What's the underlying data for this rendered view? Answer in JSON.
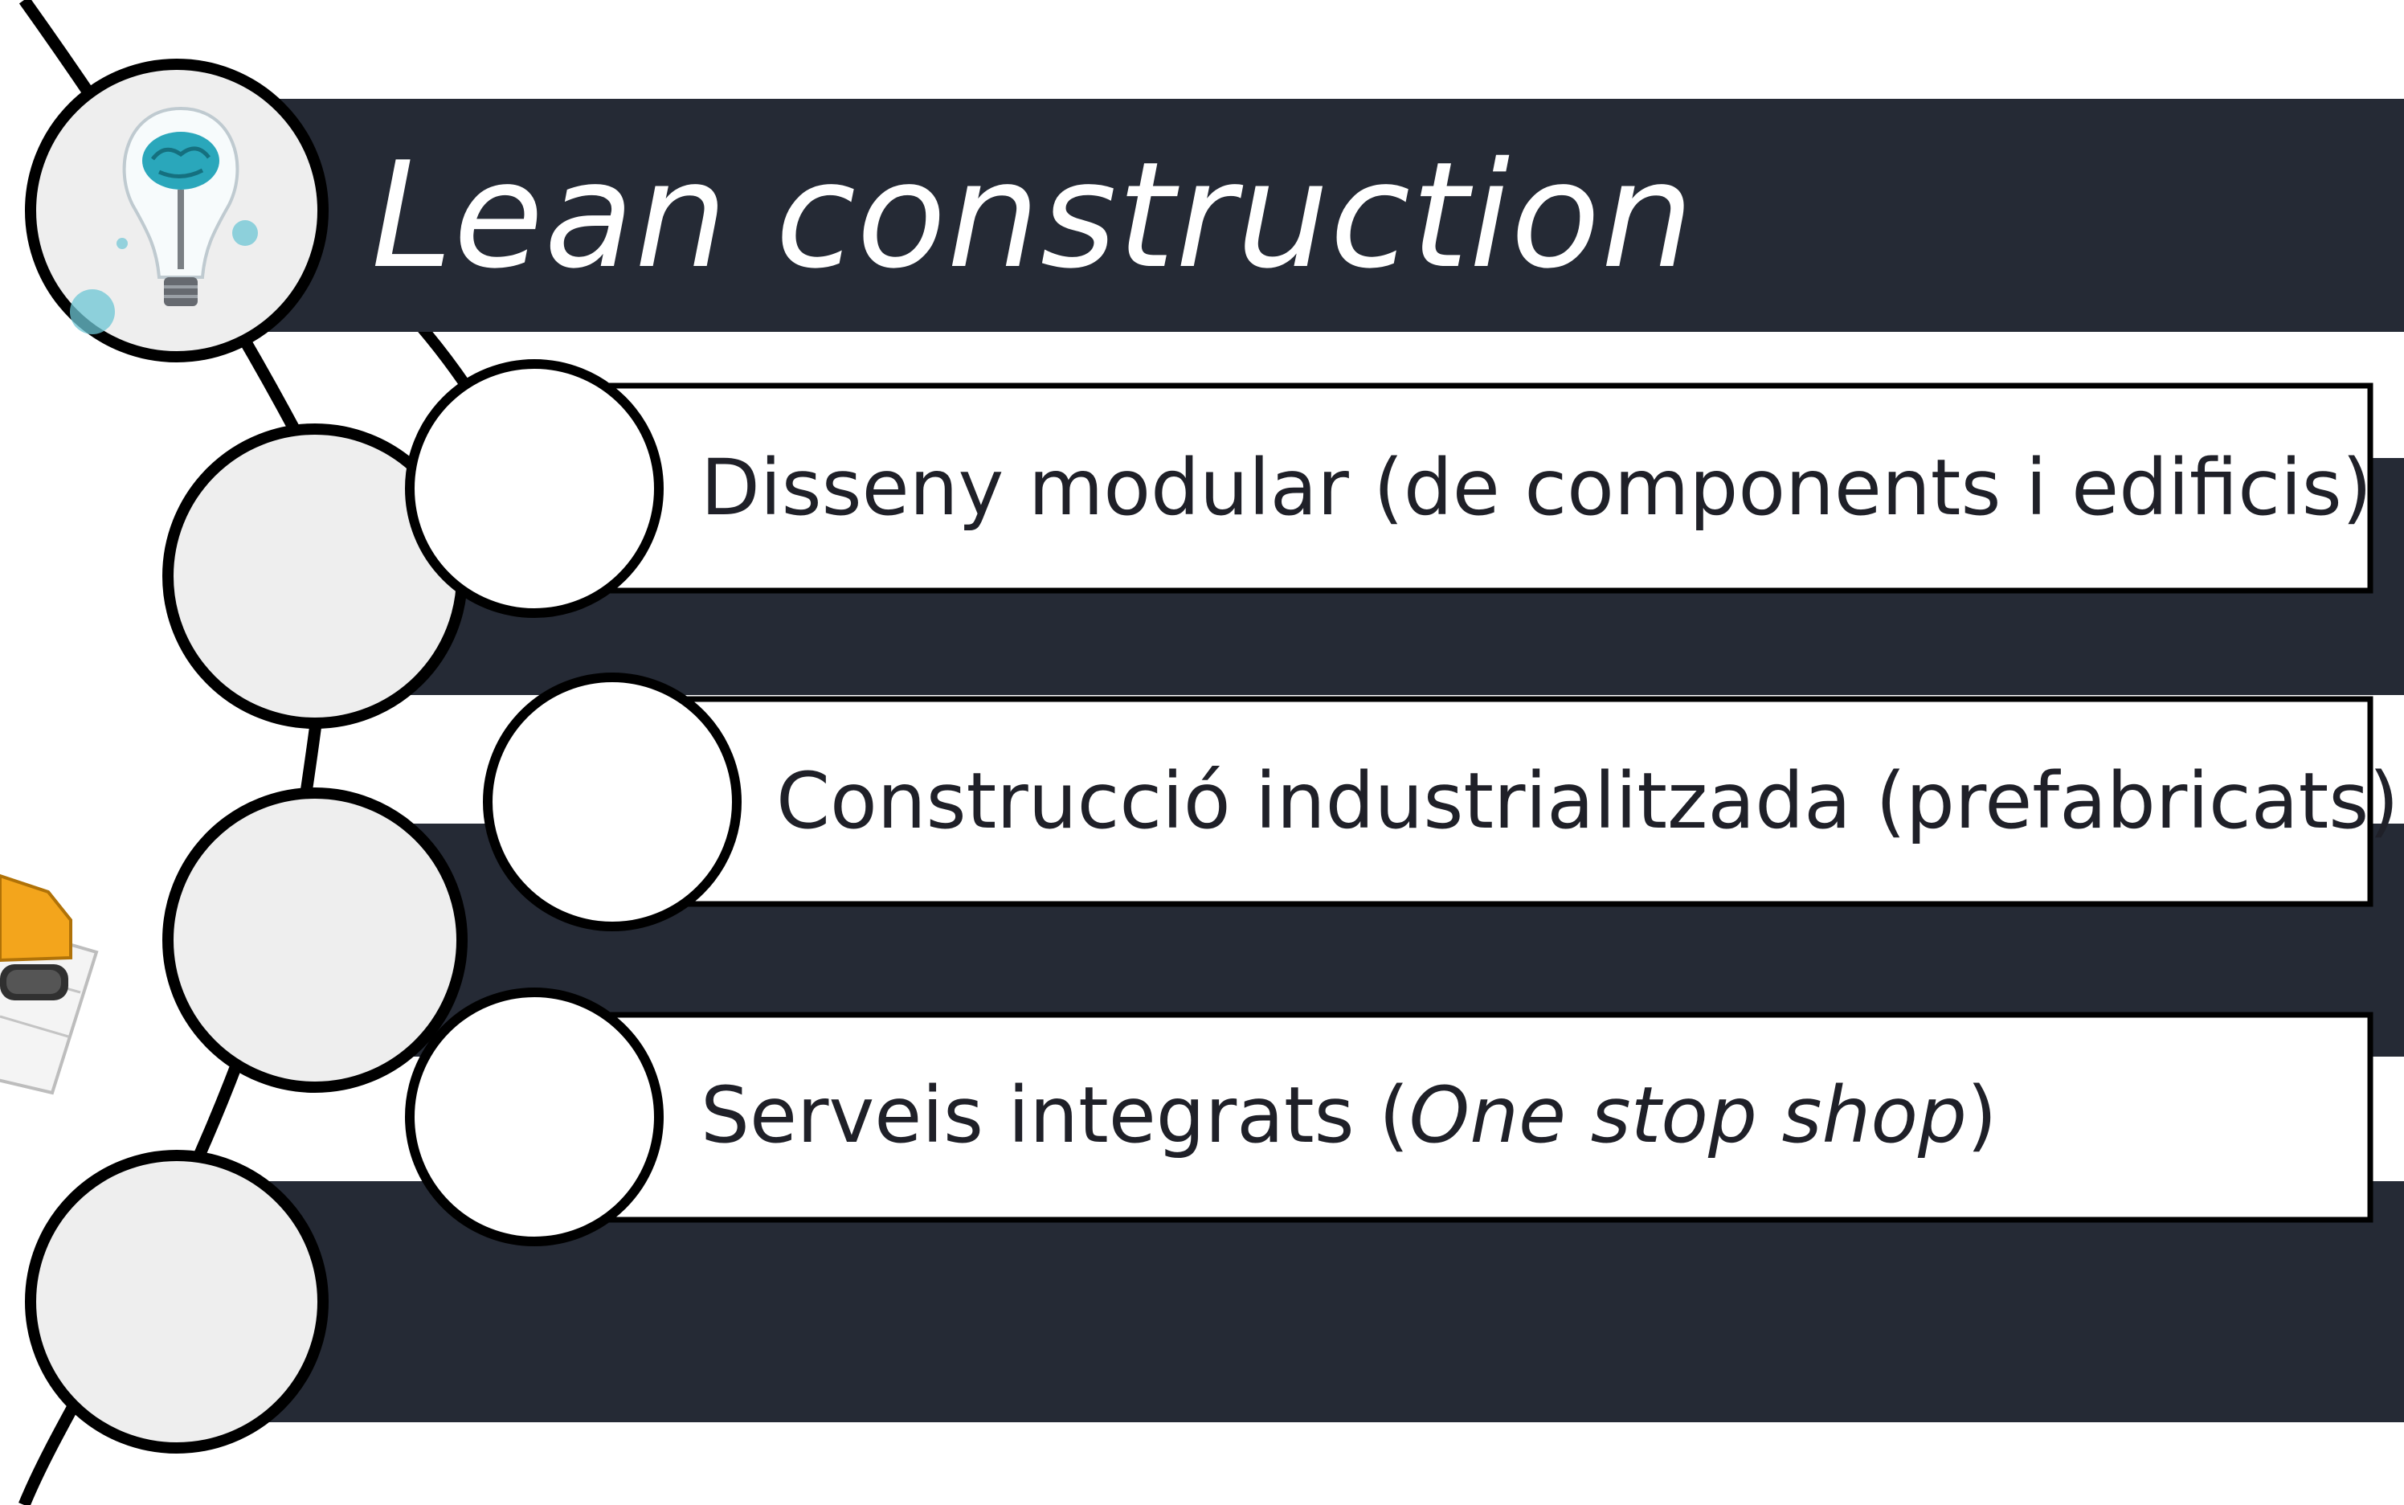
{
  "title": "Lean construction",
  "items": [
    {
      "text": "Disseny modular (de components i edificis)"
    },
    {
      "text": "Construcció industrialitzada (prefabricats)"
    },
    {
      "text_before": "Serveis integrats (",
      "text_italic": "One stop shop",
      "text_after": ")"
    }
  ],
  "colors": {
    "band": "#252a35",
    "circle_outer": "#eeeeee",
    "outline": "#000000",
    "box": "#ffffff",
    "text": "#1f2028",
    "bulb_brain": "#2aa7bb",
    "excavator": "#f3a51c"
  },
  "icons": [
    "lightbulb-brain-icon",
    "excavator-icon"
  ]
}
